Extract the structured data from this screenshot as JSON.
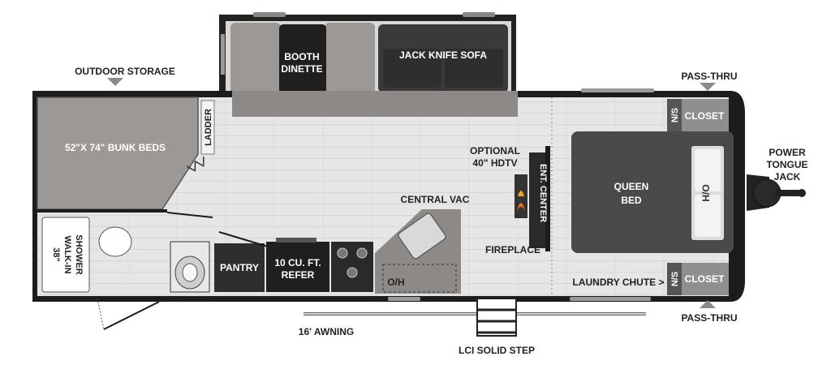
{
  "labels": {
    "outdoor_storage": "OUTDOOR STORAGE",
    "booth_dinette_1": "BOOTH",
    "booth_dinette_2": "DINETTE",
    "jack_knife_sofa": "JACK KNIFE SOFA",
    "pass_thru_top": "PASS-THRU",
    "pass_thru_bottom": "PASS-THRU",
    "closet_top": "CLOSET",
    "closet_bottom": "CLOSET",
    "ns_top": "N/S",
    "ns_bottom": "N/S",
    "bunk_beds": "52\"X 74\" BUNK BEDS",
    "ladder": "LADDER",
    "optional_tv_1": "OPTIONAL",
    "optional_tv_2": "40\" HDTV",
    "ent_center": "ENT. CENTER",
    "queen_bed_1": "QUEEN",
    "queen_bed_2": "BED",
    "h_o": "H/O",
    "power_jack_1": "POWER",
    "power_jack_2": "TONGUE",
    "power_jack_3": "JACK",
    "central_vac": "CENTRAL VAC",
    "fireplace": "FIREPLACE",
    "shower_1": "38\"",
    "shower_2": "WALK-IN",
    "shower_3": "SHOWER",
    "pantry": "PANTRY",
    "refer_1": "10 CU. FT.",
    "refer_2": "REFER",
    "oh": "O/H",
    "laundry_chute": "LAUNDRY CHUTE >",
    "awning": "16' AWNING",
    "step": "LCI SOLID STEP"
  },
  "colors": {
    "wall": "#1c1c1c",
    "floor": "#e4e4e4",
    "bunk": "#9b9895",
    "sofa_dark": "#3a3a3a",
    "slide": "#8c8986",
    "bed": "#4a4a4a",
    "closet": "#8f8f8f",
    "arrow": "#8a8a8a"
  }
}
